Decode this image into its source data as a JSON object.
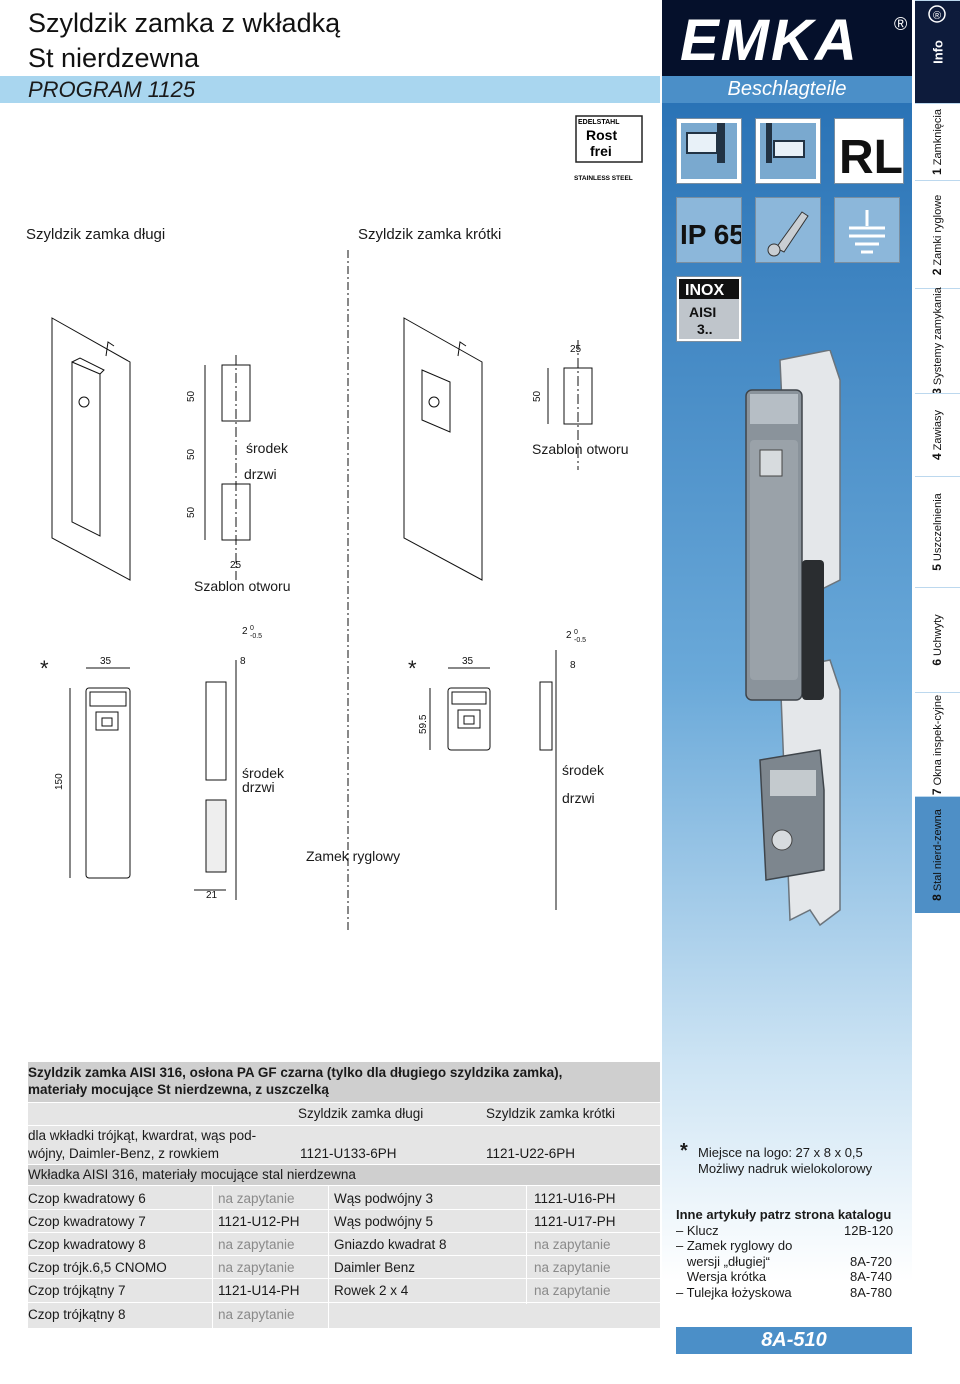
{
  "header": {
    "title_line1": "Szyldzik zamka z wkładką",
    "title_line2": "St nierdzewna",
    "program": "PROGRAM 1125",
    "brand": "EMKA",
    "brand_registered": "®",
    "subtitle": "Beschlagteile",
    "accent_color": "#a9d6ef",
    "brand_bg": "#05102b",
    "brand_blue": "#4b8fc8"
  },
  "badges": {
    "edelstahl_top": "EDELSTAHL",
    "edelstahl_mid1": "Rost",
    "edelstahl_mid2": "frei",
    "edelstahl_bottom": "STAINLESS STEEL",
    "rl": "RL",
    "ip": "IP 65",
    "inox": "INOX",
    "aisi": "AISI",
    "aisi_num": "3.."
  },
  "tabs": [
    {
      "num": "",
      "label": "Info"
    },
    {
      "num": "1",
      "label": "Zamknięcia"
    },
    {
      "num": "2",
      "label": "Zamki ryglowe"
    },
    {
      "num": "3",
      "label": "Systemy zamykania"
    },
    {
      "num": "4",
      "label": "Zawiasy"
    },
    {
      "num": "5",
      "label": "Uszczelnienia"
    },
    {
      "num": "6",
      "label": "Uchwyty"
    },
    {
      "num": "7",
      "label": "Okna inspek-cyjne"
    },
    {
      "num": "8",
      "label": "Stal nierd-zewna"
    }
  ],
  "drawing": {
    "long_title": "Szyldzik zamka długi",
    "short_title": "Szyldzik zamka krótki",
    "srodek": "środek",
    "drzwi": "drzwi",
    "szablon": "Szablon otworu",
    "zamek_ryglowy": "Zamek ryglowy",
    "asterisk": "*",
    "dims": {
      "d50a": "50",
      "d50b": "50",
      "d50c": "50",
      "d25a": "25",
      "d25b": "25",
      "d50d": "50",
      "d35a": "35",
      "d28a": "2",
      "d8a": "8",
      "d150": "150",
      "d21": "21",
      "d35b": "35",
      "d28b": "2",
      "d8b": "8",
      "d595": "59.5",
      "tol": "-0.5",
      "tolp": "0"
    }
  },
  "table": {
    "intro_line1": "Szyldzik zamka AISI 316, osłona PA GF czarna (tylko dla długiego szyldzika zamka),",
    "intro_line2": "materiały mocujące St nierdzewna, z uszczelką",
    "col_long": "Szyldzik zamka długi",
    "col_short": "Szyldzik zamka krótki",
    "row1_label_1": "dla wkładki trójkąt, kwardrat, wąs pod-",
    "row1_label_2": "wójny, Daimler-Benz, z rowkiem",
    "row1_long": "1121-U133-6PH",
    "row1_short": "1121-U22-6PH",
    "insert_header": "Wkładka AISI 316, materiały mocujące stal nierdzewna",
    "inserts": [
      {
        "a": "Czop kwadratowy 6",
        "b": "na zapytanie",
        "c": "Wąs podwójny 3",
        "d": "1121-U16-PH"
      },
      {
        "a": "Czop kwadratowy 7",
        "b": "1121-U12-PH",
        "c": "Wąs podwójny 5",
        "d": "1121-U17-PH"
      },
      {
        "a": "Czop kwadratowy 8",
        "b": "na zapytanie",
        "c": "Gniazdo kwadrat 8",
        "d": "na zapytanie"
      },
      {
        "a": "Czop trójk.6,5 CNOMO",
        "b": "na zapytanie",
        "c": "Daimler Benz",
        "d": "na zapytanie"
      },
      {
        "a": "Czop trójkątny 7",
        "b": "1121-U14-PH",
        "c": "Rowek 2 x 4",
        "d": "na zapytanie"
      },
      {
        "a": "Czop trójkątny 8",
        "b": "na zapytanie",
        "c": "",
        "d": ""
      }
    ]
  },
  "notes": {
    "star": "*",
    "line1": "Miejsce na logo: 27 x 8 x 0,5",
    "line2": "Możliwy nadruk wielokolorowy",
    "related_title": "Inne artykuły patrz strona katalogu",
    "related": [
      {
        "label": "– Klucz",
        "ref": "12B-120"
      },
      {
        "label": "– Zamek ryglowy do",
        "ref": ""
      },
      {
        "label": "   wersji „długiej“",
        "ref": "8A-720"
      },
      {
        "label": "   Wersja krótka",
        "ref": "8A-740"
      },
      {
        "label": "– Tulejka łożyskowa",
        "ref": "8A-780"
      }
    ],
    "page": "8A-510"
  }
}
